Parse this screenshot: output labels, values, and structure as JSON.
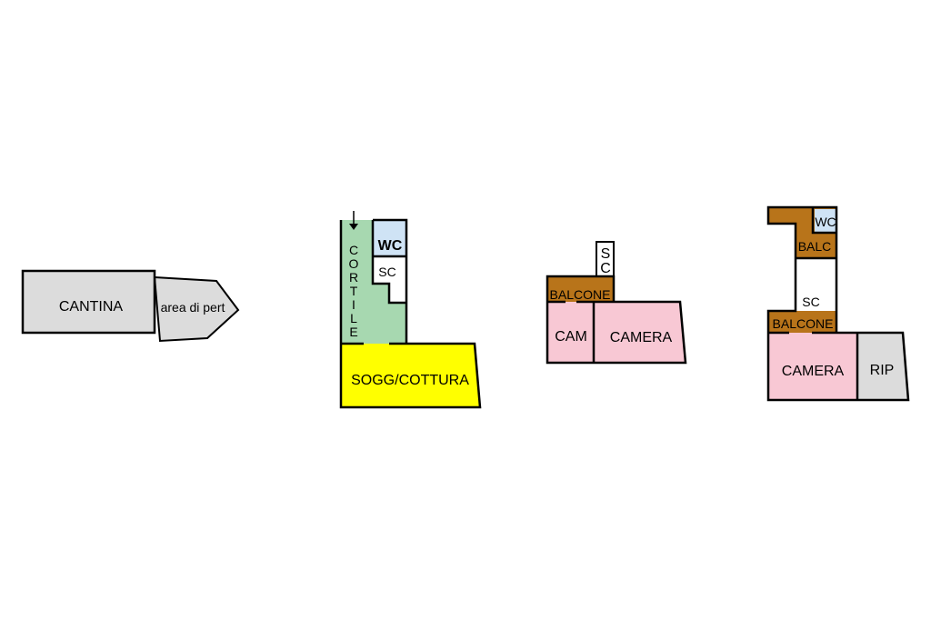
{
  "colors": {
    "gray": "#dcdcdc",
    "green": "#a7d8b0",
    "blue": "#cfe3f5",
    "yellow": "#ffff00",
    "brown": "#b8741a",
    "pink": "#f8c8d4",
    "white": "#ffffff",
    "outline": "#000000"
  },
  "plan1": {
    "cantina": "CANTINA",
    "area": "area di pert"
  },
  "plan2": {
    "cortile": [
      "C",
      "O",
      "R",
      "T",
      "I",
      "L",
      "E"
    ],
    "wc": "WC",
    "sc": "SC",
    "sogg": "SOGG/COTTURA"
  },
  "plan3": {
    "sc": [
      "S",
      "C"
    ],
    "balcone": "BALCONE",
    "cam": "CAM",
    "camera": "CAMERA"
  },
  "plan4": {
    "wc": "WC",
    "balc": "BALC",
    "sc": "SC",
    "balcone": "BALCONE",
    "camera": "CAMERA",
    "rip": "RIP"
  }
}
